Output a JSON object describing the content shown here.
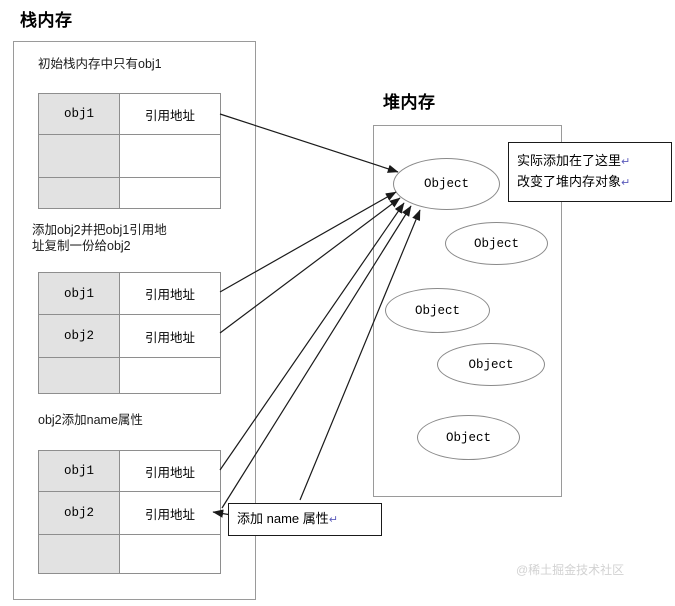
{
  "diagram": {
    "stack": {
      "title": "栈内存",
      "frames": [
        {
          "caption": "初始栈内存中只有obj1",
          "rows": [
            {
              "name": "obj1",
              "value": "引用地址"
            },
            {
              "name": "",
              "value": ""
            },
            {
              "name": "",
              "value": ""
            }
          ]
        },
        {
          "caption": "添加obj2并把obj1引用地\n址复制一份给obj2",
          "rows": [
            {
              "name": "obj1",
              "value": "引用地址"
            },
            {
              "name": "obj2",
              "value": "引用地址"
            },
            {
              "name": "",
              "value": ""
            }
          ]
        },
        {
          "caption": "obj2添加name属性",
          "rows": [
            {
              "name": "obj1",
              "value": "引用地址"
            },
            {
              "name": "obj2",
              "value": "引用地址"
            },
            {
              "name": "",
              "value": ""
            }
          ]
        }
      ]
    },
    "heap": {
      "title": "堆内存",
      "objects": [
        {
          "label": "Object"
        },
        {
          "label": "Object"
        },
        {
          "label": "Object"
        },
        {
          "label": "Object"
        },
        {
          "label": "Object"
        }
      ]
    },
    "callouts": [
      {
        "id": "heap-note",
        "line1": "实际添加在了这里",
        "line2": "改变了堆内存对象",
        "pilcrow": "↵"
      },
      {
        "id": "add-name-note",
        "line1": "添加 name 属性",
        "pilcrow": "↵"
      }
    ],
    "watermark": "@稀土掘金技术社区",
    "colors": {
      "cell_fill": "#e2e2e2",
      "border": "#8e8e8e",
      "region_border": "#9a9a9a",
      "arrow": "#1a1a1a",
      "watermark": "#d2d2d2"
    }
  }
}
